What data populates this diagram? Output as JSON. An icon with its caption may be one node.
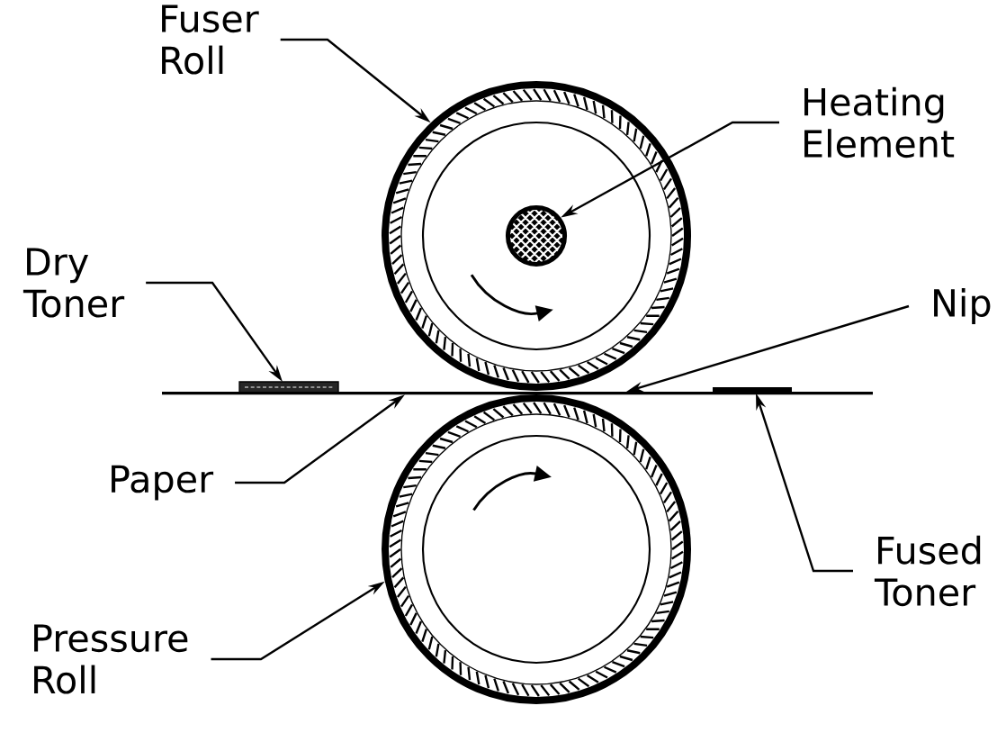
{
  "diagram": {
    "nodes": [
      {
        "text": [
          "Fuser Roll"
        ]
      },
      {
        "text": [],
        "shape": "circle"
      },
      {
        "text": [
          "Heating Element"
        ]
      },
      {
        "text": [],
        "shape": "circle",
        "in": 1
      },
      {
        "text": [
          "Dry Toner"
        ]
      },
      {
        "text": [],
        "shape": "bar"
      },
      {
        "text": [
          "Nip"
        ]
      },
      {
        "text": [
          "Paper"
        ]
      },
      {
        "text": [],
        "shape": "line"
      },
      {
        "text": [
          "Fused Toner"
        ]
      },
      {
        "text": [],
        "shape": "bar"
      },
      {
        "text": [
          "Pressure Roll"
        ]
      },
      {
        "text": [],
        "shape": "circle"
      }
    ],
    "edges": [
      {
        "from": 0,
        "to": 1,
        "arrow": "to"
      },
      {
        "from": 2,
        "to": 3,
        "arrow": "to"
      },
      {
        "from": 4,
        "to": 5,
        "arrow": "to"
      },
      {
        "from": 6,
        "to": 8,
        "arrow": "to"
      },
      {
        "from": 7,
        "to": 8,
        "arrow": "to"
      },
      {
        "from": 9,
        "to": 10,
        "arrow": "to"
      },
      {
        "from": 11,
        "to": 12,
        "arrow": "to"
      }
    ]
  }
}
